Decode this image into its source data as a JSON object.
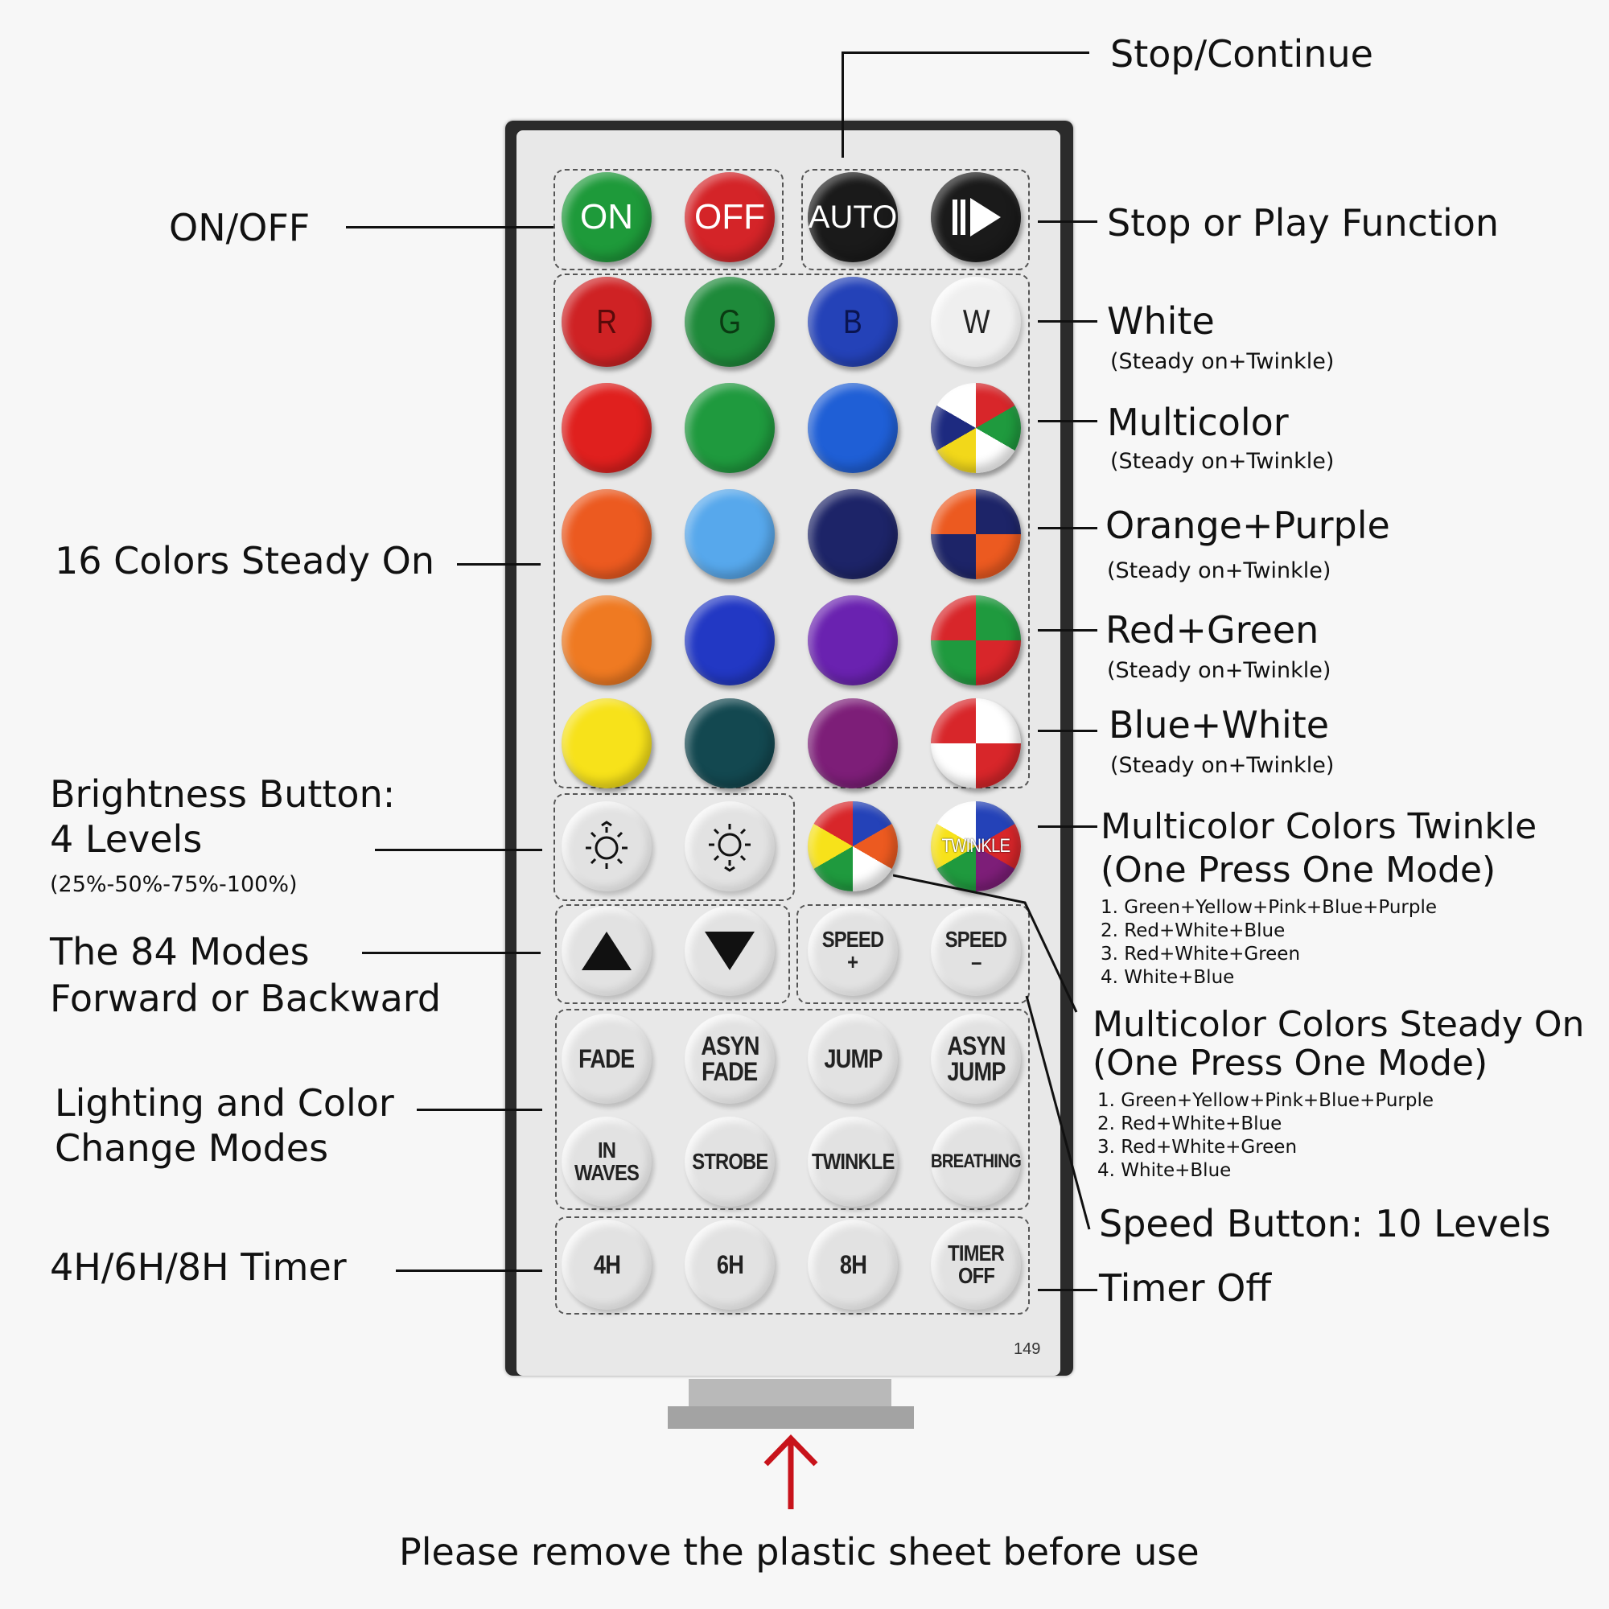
{
  "buttons": {
    "on": "ON",
    "off": "OFF",
    "auto": "AUTO",
    "r": "R",
    "g": "G",
    "b": "B",
    "w": "W",
    "twinkle": "TWINKLE",
    "speed_plus_1": "SPEED",
    "speed_plus_2": "+",
    "speed_minus_1": "SPEED",
    "speed_minus_2": "–",
    "fade": "FADE",
    "asyn_fade_1": "ASYN",
    "asyn_fade_2": "FADE",
    "jump": "JUMP",
    "asyn_jump_1": "ASYN",
    "asyn_jump_2": "JUMP",
    "in_waves_1": "IN",
    "in_waves_2": "WAVES",
    "strobe": "STROBE",
    "twinkle_mode": "TWINKLE",
    "breathing": "BREATHING",
    "h4": "4H",
    "h6": "6H",
    "h8": "8H",
    "timer_off_1": "TIMER",
    "timer_off_2": "OFF"
  },
  "colors": {
    "row1": [
      "#cf2224",
      "#1e8a3a",
      "#2442b8"
    ],
    "row2": [
      "#e0201e",
      "#1f9a3e",
      "#1f5fd6"
    ],
    "row3": [
      "#ec5a20",
      "#57a8ec",
      "#1d2468"
    ],
    "row4": [
      "#ef7a22",
      "#2238c4",
      "#6a22b0"
    ],
    "row5": [
      "#f7e21a",
      "#134850",
      "#7d1e78"
    ]
  },
  "model_number": "149",
  "labels": {
    "stop_continue": "Stop/Continue",
    "on_off": "ON/OFF",
    "stop_play": "Stop or Play Function",
    "white": "White",
    "white_sub": "(Steady on+Twinkle)",
    "multicolor": "Multicolor",
    "multicolor_sub": "(Steady on+Twinkle)",
    "orange_purple": "Orange+Purple",
    "orange_purple_sub": "(Steady on+Twinkle)",
    "red_green": "Red+Green",
    "red_green_sub": "(Steady on+Twinkle)",
    "blue_white": "Blue+White",
    "blue_white_sub": "(Steady on+Twinkle)",
    "sixteen_colors": "16 Colors Steady On",
    "brightness_1": "Brightness Button:",
    "brightness_2": "4 Levels",
    "brightness_sub": "(25%-50%-75%-100%)",
    "multi_twinkle_1": "Multicolor Colors Twinkle",
    "multi_twinkle_2": "(One Press One Mode)",
    "multi_twinkle_list": "1. Green+Yellow+Pink+Blue+Purple\n2. Red+White+Blue\n3. Red+White+Green\n4. White+Blue",
    "modes_1": "The 84 Modes",
    "modes_2": "Forward or Backward",
    "multi_steady_1": "Multicolor Colors Steady On",
    "multi_steady_2": "(One Press One Mode)",
    "multi_steady_list": "1. Green+Yellow+Pink+Blue+Purple\n2. Red+White+Blue\n3. Red+White+Green\n4. White+Blue",
    "lighting_1": "Lighting and Color",
    "lighting_2": "Change Modes",
    "speed": "Speed Button: 10 Levels",
    "timer": "4H/6H/8H Timer",
    "timer_off": "Timer Off",
    "footer": "Please remove the plastic sheet before use"
  },
  "icons": {
    "play_pause": "play-pause-icon",
    "brightness_up": "sun-brightness-up-icon",
    "brightness_down": "sun-brightness-down-icon",
    "arrow_up": "triangle-up-icon",
    "arrow_down": "triangle-down-icon",
    "arrow": "red-up-arrow-icon"
  }
}
